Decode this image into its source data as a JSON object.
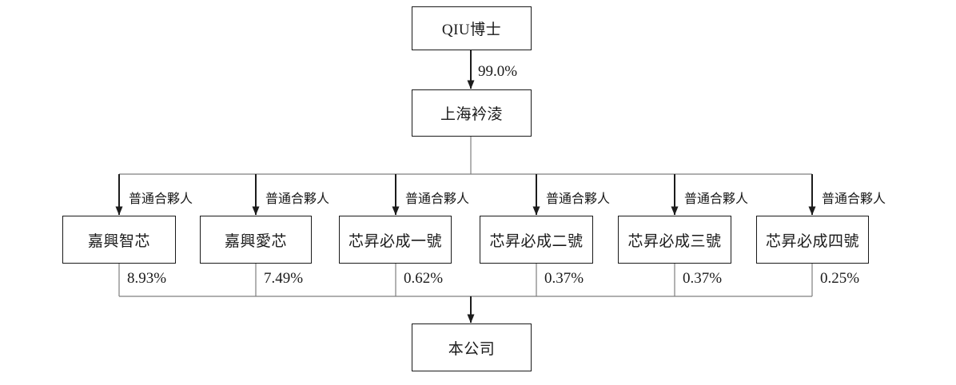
{
  "diagram": {
    "root": {
      "label": "QIU博士"
    },
    "root_edge_label": "99.0%",
    "holding": {
      "label": "上海衿淩"
    },
    "partner_edge_label": "普通合夥人",
    "partners": [
      {
        "label": "嘉興智芯",
        "ownership": "8.93%"
      },
      {
        "label": "嘉興愛芯",
        "ownership": "7.49%"
      },
      {
        "label": "芯昇必成一號",
        "ownership": "0.62%"
      },
      {
        "label": "芯昇必成二號",
        "ownership": "0.37%"
      },
      {
        "label": "芯昇必成三號",
        "ownership": "0.37%"
      },
      {
        "label": "芯昇必成四號",
        "ownership": "0.25%"
      }
    ],
    "company": {
      "label": "本公司"
    },
    "colors": {
      "background": "#ffffff",
      "box_border": "#1a1a1a",
      "text": "#1a1a1a",
      "connector_line": "#7f7f7f",
      "arrow_line": "#1c1c1c"
    }
  }
}
